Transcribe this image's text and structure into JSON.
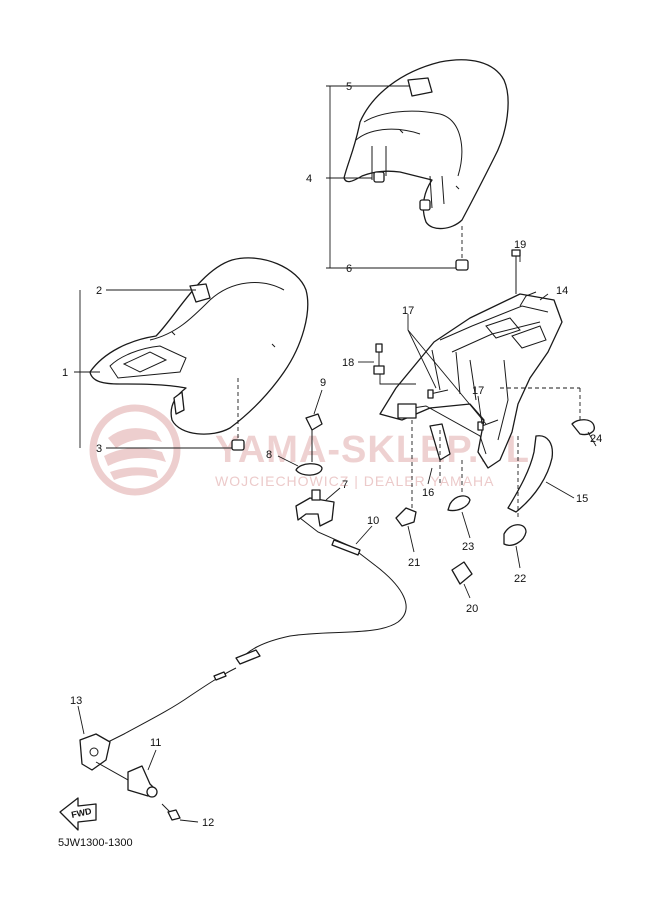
{
  "diagram_code": "5JW1300-1300",
  "fwd_label": "FWD",
  "watermark": {
    "title": "YAMA-SKLEP.PL",
    "subtitle": "WOJCIECHOWICZ | DEALER YAMAHA"
  },
  "colors": {
    "line": "#1a1a1a",
    "watermark": "#e6b9b9",
    "background": "#ffffff"
  },
  "callouts": [
    "1",
    "2",
    "3",
    "4",
    "5",
    "6",
    "7",
    "8",
    "9",
    "10",
    "11",
    "12",
    "13",
    "14",
    "15",
    "16",
    "17",
    "17",
    "18",
    "19",
    "20",
    "21",
    "22",
    "23",
    "24"
  ]
}
